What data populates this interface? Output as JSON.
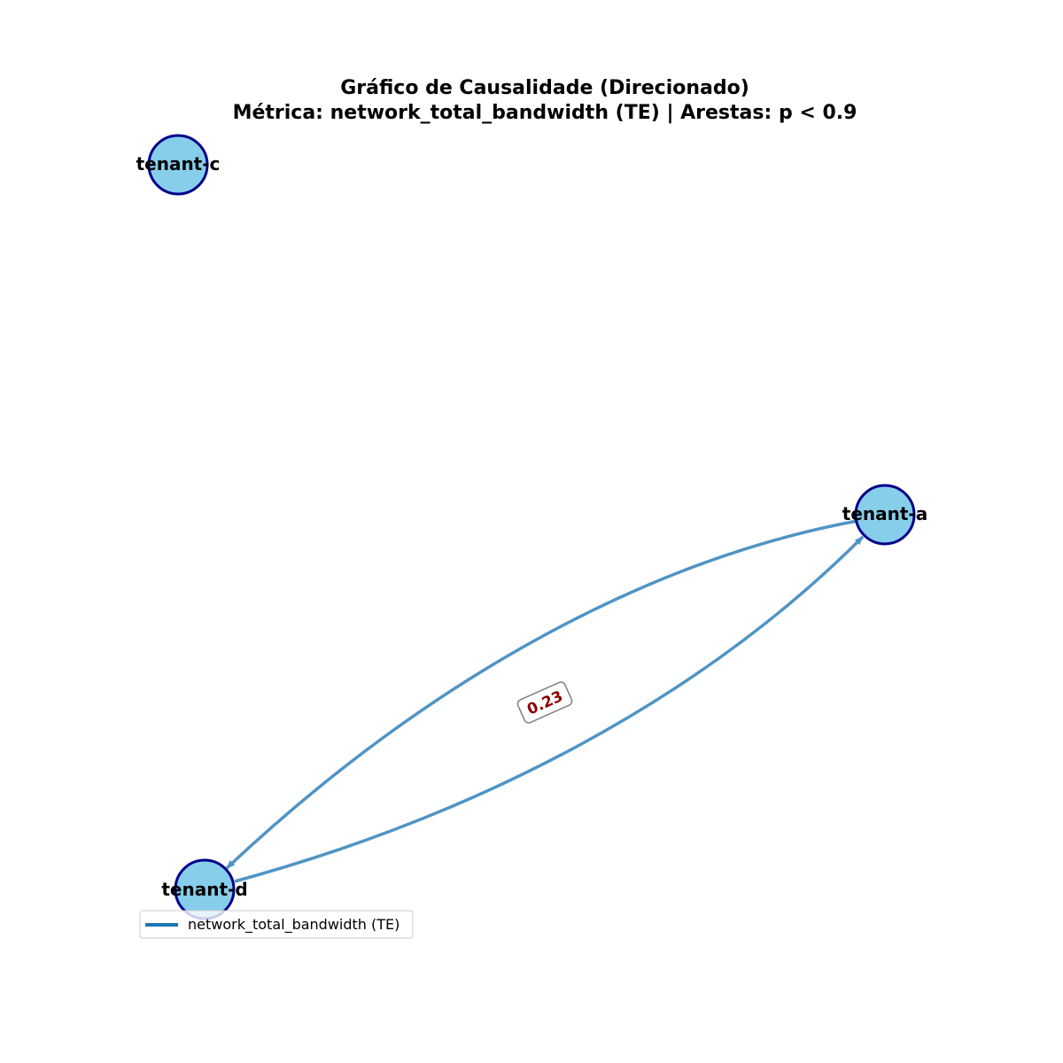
{
  "title": {
    "line1": "Gráfico de Causalidade (Direcionado)",
    "line2": "Métrica: network_total_bandwidth (TE) | Arestas: p < 0.9"
  },
  "nodes": [
    {
      "id": "tenant-c",
      "label": "tenant-c"
    },
    {
      "id": "tenant-a",
      "label": "tenant-a"
    },
    {
      "id": "tenant-d",
      "label": "tenant-d"
    }
  ],
  "edges": [
    {
      "source": "tenant-a",
      "target": "tenant-d",
      "label": "0.23"
    },
    {
      "source": "tenant-d",
      "target": "tenant-a",
      "label": ""
    }
  ],
  "legend": {
    "label": "network_total_bandwidth (TE)",
    "placement": "lower-left"
  },
  "colors": {
    "node_fill": "#87ceeb",
    "node_stroke": "#00008b",
    "edge": "#4f94c4",
    "edge_label": "#8b0000",
    "legend_line": "#1f77b4"
  }
}
